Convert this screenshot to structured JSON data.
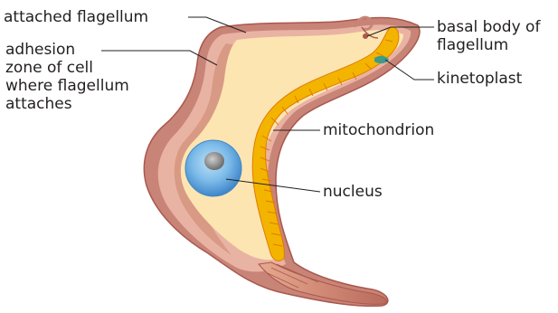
{
  "labels": {
    "attached_flagellum": "attached flagellum",
    "adhesion_zone": [
      "adhesion",
      "zone of cell",
      "where flagellum",
      "attaches"
    ],
    "basal_body": [
      "basal body of",
      "flagellum"
    ],
    "kinetoplast": "kinetoplast",
    "mitochondrion": "mitochondrion",
    "nucleus": "nucleus"
  },
  "colors": {
    "outer_membrane": "#c98478",
    "membrane_highlight": "#e9b3a4",
    "adhesion_zone": "#d89a84",
    "cytoplasm": "#fde5b2",
    "mitochondrion": "#f3b400",
    "mitochondrion_stripes": "#e07b00",
    "nucleus": "#58a6e0",
    "nucleus_rim": "#3f86c9",
    "nucleolus": "#8a8a8a",
    "kinetoplast": "#3c9b8a",
    "leader_line": "#231f20"
  }
}
